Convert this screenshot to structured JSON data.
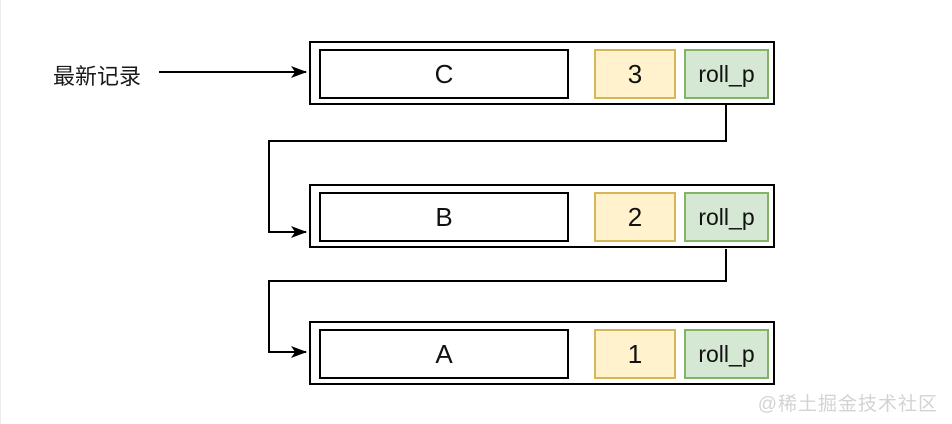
{
  "diagram": {
    "latest_label": "最新记录",
    "records": [
      {
        "name": "C",
        "version": "3",
        "pointer": "roll_p"
      },
      {
        "name": "B",
        "version": "2",
        "pointer": "roll_p"
      },
      {
        "name": "A",
        "version": "1",
        "pointer": "roll_p"
      }
    ]
  },
  "watermark": {
    "text": "@稀土掘金技术社区"
  },
  "colors": {
    "version_fill": "#fff2cc",
    "version_border": "#d6b656",
    "pointer_fill": "#d5e8d4",
    "pointer_border": "#82b366",
    "line_color": "#000000",
    "watermark_color": "#d3d3d3"
  }
}
